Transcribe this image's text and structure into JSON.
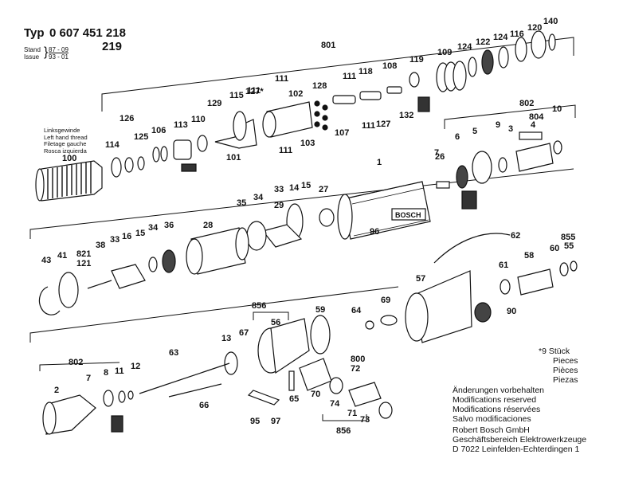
{
  "header": {
    "typ_label": "Typ",
    "typ_number": "0 607 451 218",
    "typ_number_2": "219",
    "stand_label": "Stand",
    "stand_value": "87 - 09",
    "issue_label": "Issue",
    "issue_value": "93 - 01"
  },
  "thread_note": [
    "Linksgewinde",
    "Left hand thread",
    "Filetage gauche",
    "Rosca izquierda"
  ],
  "pieces_note": {
    "mark": "*9",
    "lines": [
      "Stück",
      "Pieces",
      "Pièces",
      "Piezas"
    ]
  },
  "modifications_note": [
    "Änderungen vorbehalten",
    "Modifications reserved",
    "Modifications réservées",
    "Salvo modificaciones"
  ],
  "company": [
    "Robert Bosch GmbH",
    "Geschäftsbereich Elektrowerkzeuge",
    "D 7022 Leinfelden-Echterdingen 1"
  ],
  "brand_text": "BOSCH",
  "part_labels": [
    "801",
    "140",
    "120",
    "116",
    "124",
    "122",
    "124",
    "109",
    "119",
    "108",
    "118",
    "111",
    "111",
    "128",
    "102",
    "111",
    "127*",
    "115",
    "129",
    "110",
    "113",
    "106",
    "125",
    "126",
    "114",
    "100",
    "101",
    "103",
    "111",
    "107",
    "111",
    "127",
    "132",
    "802",
    "804",
    "10",
    "9",
    "3",
    "4",
    "5",
    "6",
    "1",
    "26",
    "27",
    "7",
    "33",
    "14",
    "15",
    "29",
    "34",
    "35",
    "28",
    "36",
    "34",
    "15",
    "16",
    "33",
    "38",
    "41",
    "43",
    "821",
    "121",
    "62",
    "855",
    "55",
    "60",
    "58",
    "61",
    "57",
    "90",
    "69",
    "64",
    "59",
    "856",
    "56",
    "67",
    "13",
    "63",
    "802",
    "12",
    "11",
    "8",
    "7",
    "2",
    "66",
    "65",
    "95",
    "97",
    "800",
    "72",
    "70",
    "74",
    "71",
    "73",
    "856",
    "96"
  ],
  "colors": {
    "ink": "#111111",
    "paper": "#ffffff",
    "tag": "#222222"
  }
}
